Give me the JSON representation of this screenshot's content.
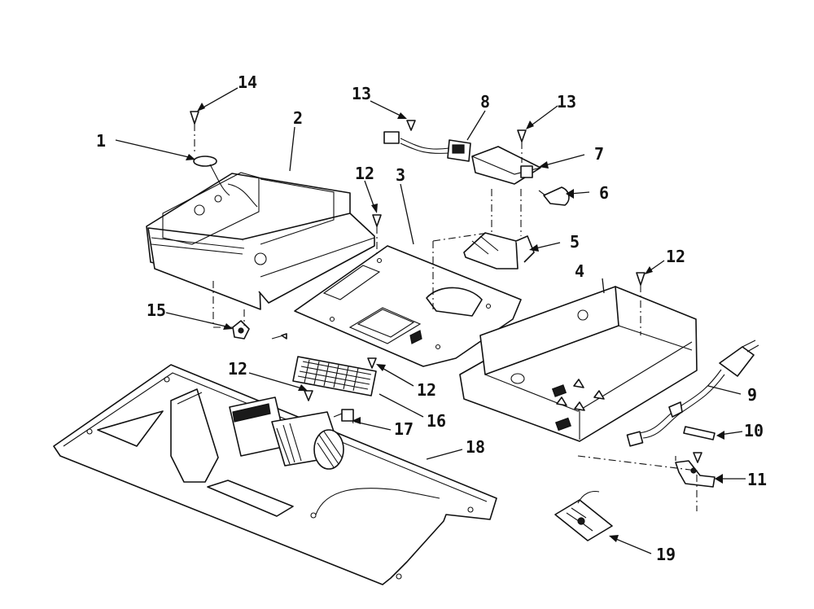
{
  "diagram": {
    "callouts": [
      {
        "id": "c1",
        "label": "1"
      },
      {
        "id": "c2",
        "label": "2"
      },
      {
        "id": "c3",
        "label": "3"
      },
      {
        "id": "c4",
        "label": "4"
      },
      {
        "id": "c5",
        "label": "5"
      },
      {
        "id": "c6",
        "label": "6"
      },
      {
        "id": "c7",
        "label": "7"
      },
      {
        "id": "c8",
        "label": "8"
      },
      {
        "id": "c9",
        "label": "9"
      },
      {
        "id": "c10",
        "label": "10"
      },
      {
        "id": "c11",
        "label": "11"
      },
      {
        "id": "c12a",
        "label": "12"
      },
      {
        "id": "c12b",
        "label": "12"
      },
      {
        "id": "c12c",
        "label": "12"
      },
      {
        "id": "c12d",
        "label": "12"
      },
      {
        "id": "c13a",
        "label": "13"
      },
      {
        "id": "c13b",
        "label": "13"
      },
      {
        "id": "c14",
        "label": "14"
      },
      {
        "id": "c15",
        "label": "15"
      },
      {
        "id": "c16",
        "label": "16"
      },
      {
        "id": "c17",
        "label": "17"
      },
      {
        "id": "c18",
        "label": "18"
      },
      {
        "id": "c19",
        "label": "19"
      }
    ]
  }
}
